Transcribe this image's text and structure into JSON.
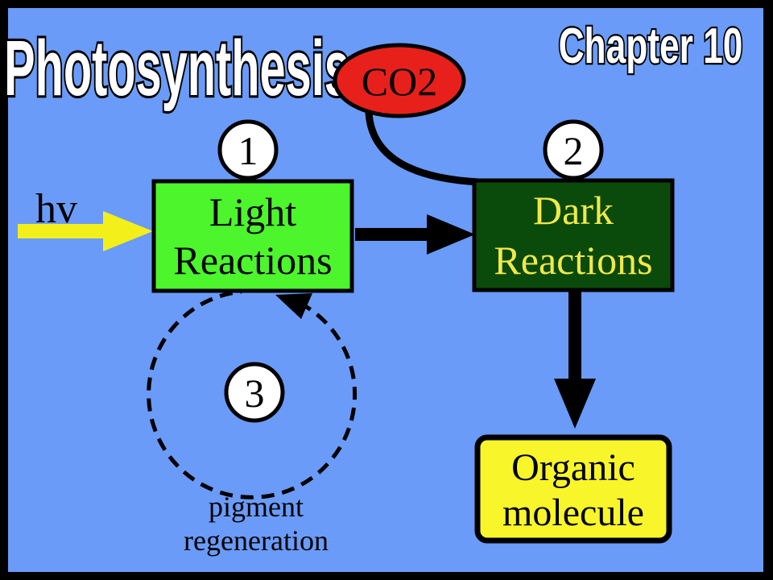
{
  "title": "Photosynthesis",
  "chapter": "Chapter 10",
  "co2": "CO2",
  "hv": "hv",
  "steps": {
    "one": "1",
    "two": "2",
    "three": "3"
  },
  "light_box": {
    "line1": "Light",
    "line2": "Reactions"
  },
  "dark_box": {
    "line1": "Dark",
    "line2": "Reactions"
  },
  "organic_box": {
    "line1": "Organic",
    "line2": "molecule"
  },
  "cycle_label": {
    "line1": "pigment",
    "line2": "regeneration"
  },
  "colors": {
    "background": "#6a9bf8",
    "light_box": "#4cf52c",
    "dark_box": "#0a4a0a",
    "dark_text": "#f0e84a",
    "organic_box": "#f8f52a",
    "co2_fill": "#e8201c",
    "hv_arrow": "#f2ef1a"
  }
}
